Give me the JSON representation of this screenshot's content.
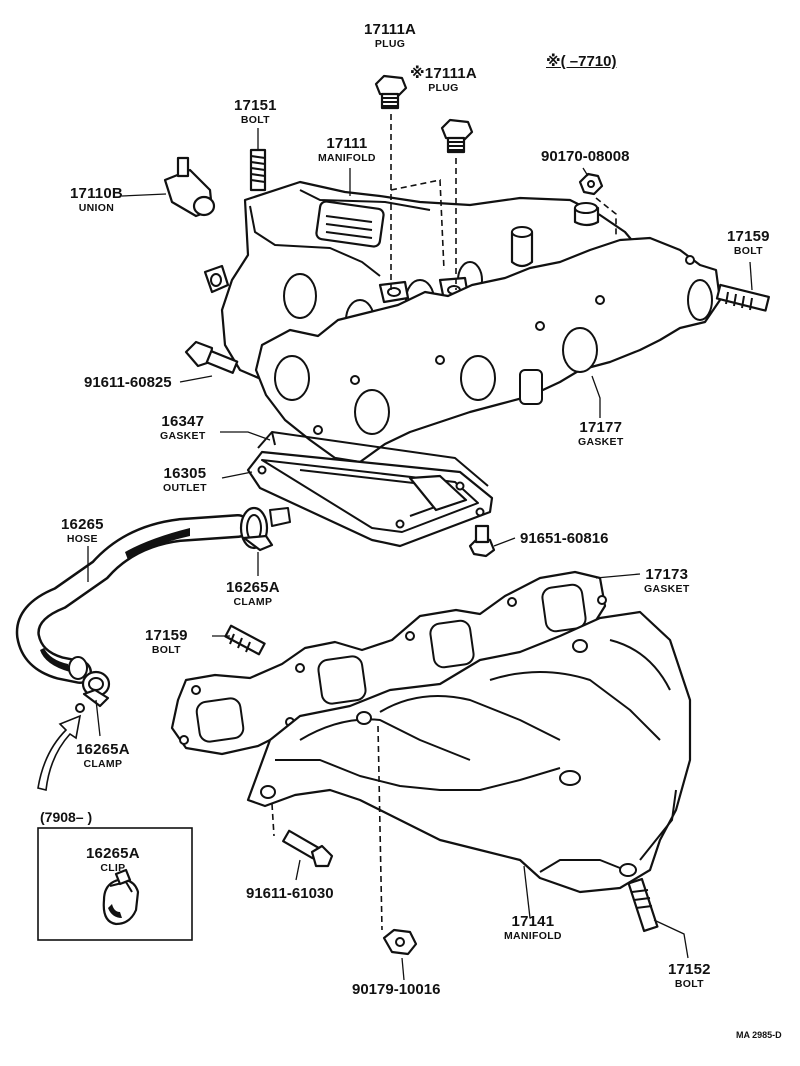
{
  "header_note": {
    "symbol": "※",
    "range_text": "(        –7710)"
  },
  "inset_box": {
    "range_text": "(7908–        )",
    "part_no": "16265A",
    "part_name": "CLIP"
  },
  "footer_code": "MA  2985-D",
  "parts": {
    "plug_top": {
      "no": "17111A",
      "name": "PLUG"
    },
    "plug_marked": {
      "no": "※17111A",
      "name": "PLUG"
    },
    "bolt_17151": {
      "no": "17151",
      "name": "BOLT"
    },
    "manifold_17111": {
      "no": "17111",
      "name": "MANIFOLD"
    },
    "union_17110b": {
      "no": "17110B",
      "name": "UNION"
    },
    "nut_90170": {
      "no": "90170-08008"
    },
    "bolt_17159_upper": {
      "no": "17159",
      "name": "BOLT"
    },
    "bolt_91611_60825": {
      "no": "91611-60825"
    },
    "gasket_16347": {
      "no": "16347",
      "name": "GASKET"
    },
    "outlet_16305": {
      "no": "16305",
      "name": "OUTLET"
    },
    "gasket_17177": {
      "no": "17177",
      "name": "GASKET"
    },
    "hose_16265": {
      "no": "16265",
      "name": "HOSE"
    },
    "clamp_16265a_upper": {
      "no": "16265A",
      "name": "CLAMP"
    },
    "bolt_91651_60816": {
      "no": "91651-60816"
    },
    "gasket_17173": {
      "no": "17173",
      "name": "GASKET"
    },
    "bolt_17159_lower": {
      "no": "17159",
      "name": "BOLT"
    },
    "clamp_16265a_lower": {
      "no": "16265A",
      "name": "CLAMP"
    },
    "bolt_91611_61030": {
      "no": "91611-61030"
    },
    "manifold_17141": {
      "no": "17141",
      "name": "MANIFOLD"
    },
    "nut_90179_10016": {
      "no": "90179-10016"
    },
    "bolt_17152": {
      "no": "17152",
      "name": "BOLT"
    }
  }
}
